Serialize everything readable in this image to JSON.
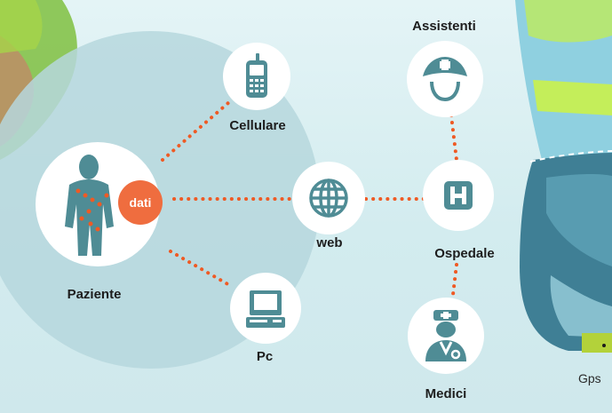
{
  "nodes": {
    "paziente": "Paziente",
    "dati": "dati",
    "cellulare": "Cellulare",
    "web": "web",
    "pc": "Pc",
    "assistenti": "Assistenti",
    "ospedale": "Ospedale",
    "medici": "Medici"
  },
  "footer": {
    "gps": "Gps"
  },
  "colors": {
    "dots": "#ef5a24",
    "dati_badge": "#ef6d3f",
    "icon_teal": "#4f8c95",
    "circle": "#b6d7dd"
  }
}
